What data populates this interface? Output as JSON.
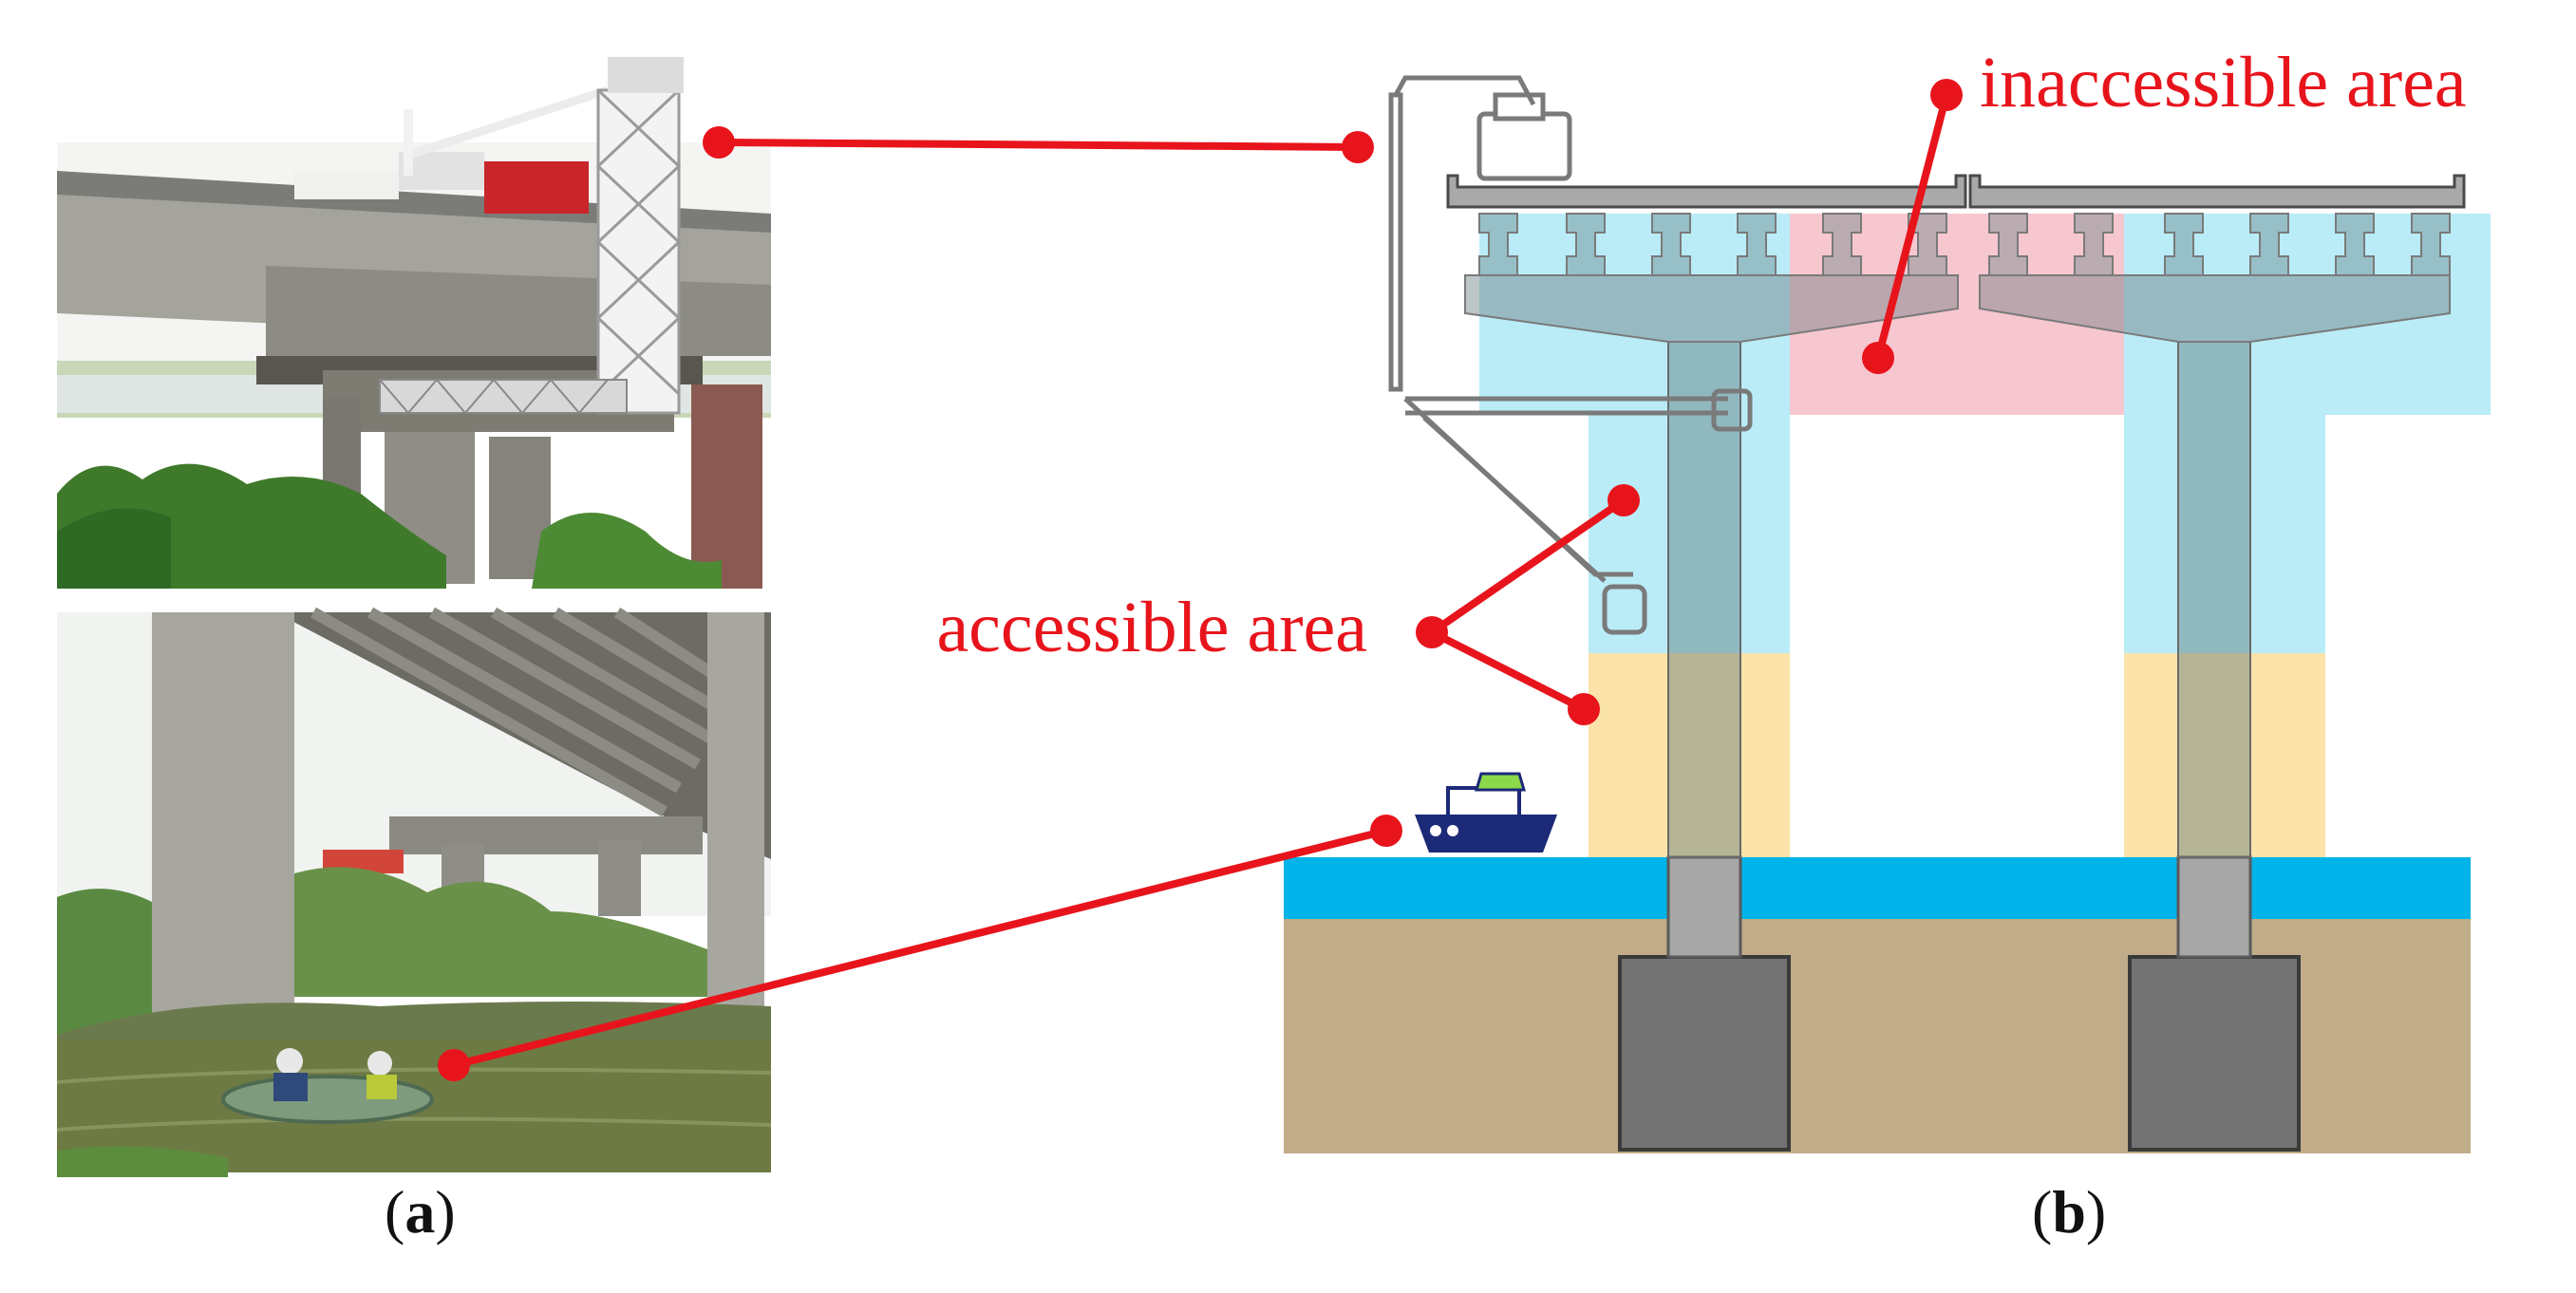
{
  "labels": {
    "inaccessible": "inaccessible area",
    "accessible": "accessible area"
  },
  "captions": {
    "a": "a",
    "b": "b"
  },
  "colors": {
    "callout": "#e8141c",
    "accessible_zone": "#b9ecf7",
    "underwater_zone": "#fbe3a9",
    "inaccessible_zone": "#f7c7cf",
    "water": "#00b3e9",
    "soil": "#c1ac89",
    "foundation": "#727272",
    "deck": "#a9a9a9"
  }
}
